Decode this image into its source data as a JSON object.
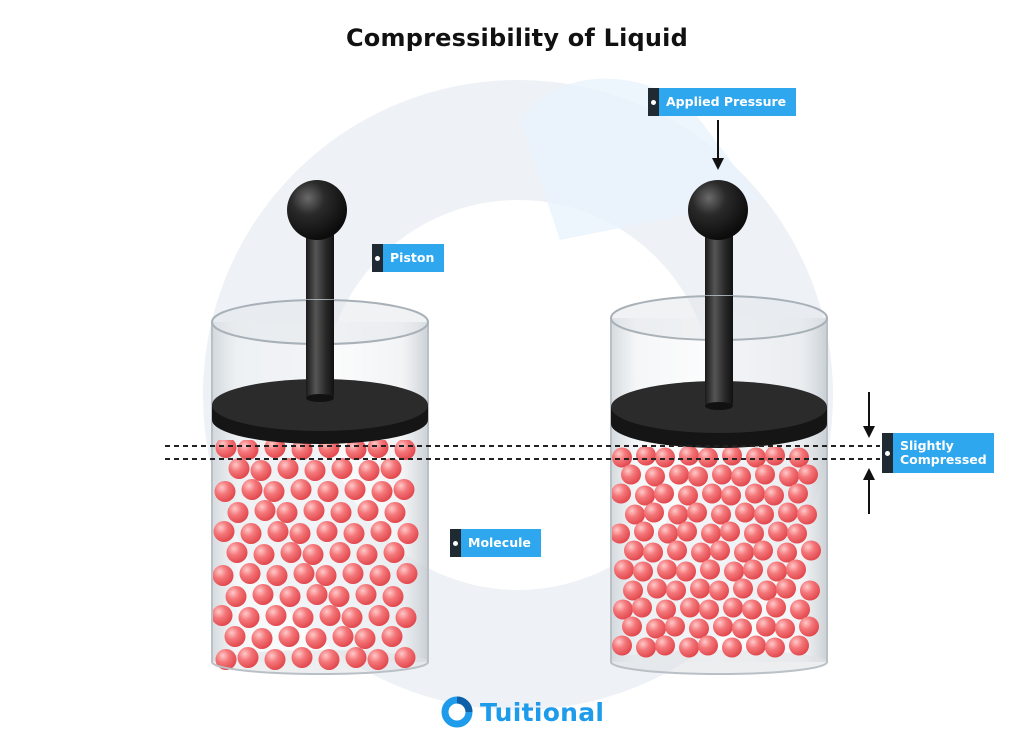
{
  "title": "Compressibility of Liquid",
  "labels": {
    "applied_pressure": "Applied Pressure",
    "piston": "Piston",
    "slightly_compressed": "Slightly Compressed",
    "molecule": "Molecule"
  },
  "brand": {
    "name": "Tuitional"
  },
  "colors": {
    "label_bg": "#2ea7ee",
    "label_marker": "#1f2a33",
    "molecule": "#f2696c",
    "piston": "#1b1b1b",
    "brand": "#1e9bea",
    "background_ring": "#eef1f5"
  }
}
